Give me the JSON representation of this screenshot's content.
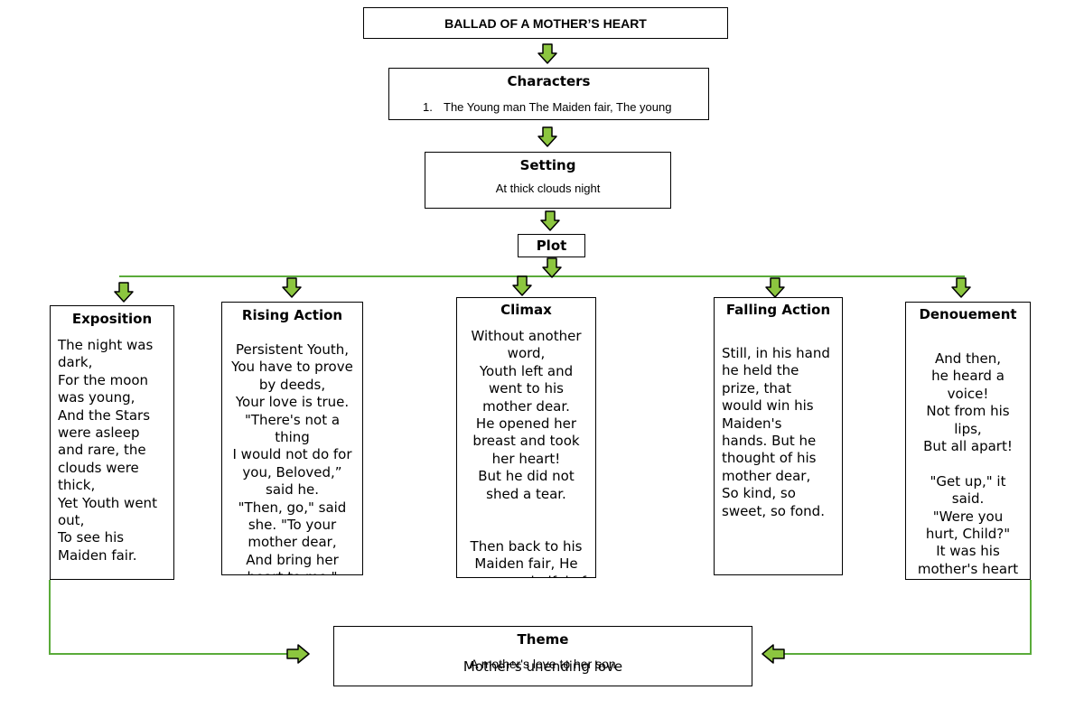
{
  "title": "BALLAD OF A MOTHER’S HEART",
  "characters": {
    "heading": "Characters",
    "item_number": "1.",
    "item_text": "The Young man The Maiden fair, The young"
  },
  "setting": {
    "heading": "Setting",
    "text": "At thick clouds night"
  },
  "plot": {
    "heading": "Plot"
  },
  "exposition": {
    "heading": "Exposition",
    "lines": [
      "The night was",
      "dark,",
      "For the moon",
      "was young,",
      "And the Stars",
      "were asleep",
      "and rare, the",
      "clouds were",
      "thick,",
      "Yet Youth went",
      "out,",
      "To see his",
      "Maiden fair."
    ]
  },
  "rising_action": {
    "heading": "Rising Action",
    "lines": [
      "Persistent Youth,",
      "You have to prove",
      "by deeds,",
      "Your love is true.",
      "\"There's not a",
      "thing",
      "I would not do for",
      "you, Beloved,”",
      "said he.",
      "\"Then, go,\" said",
      "she. \"To your",
      "mother dear,",
      "And bring her",
      "heart to me.\""
    ]
  },
  "climax": {
    "heading": "Climax",
    "lines": [
      "Without another",
      "word,",
      "Youth left and",
      "went to his",
      "mother dear.",
      "He opened her",
      "breast and took",
      "her heart!",
      "But he did not",
      "shed a tear.",
      "",
      "",
      "Then back to his",
      "Maiden fair, He",
      "runs unmindful of"
    ]
  },
  "falling_action": {
    "heading": "Falling Action",
    "lines": [
      "Still, in his hand",
      "he held the",
      "prize, that",
      "would win his",
      "Maiden's",
      "hands. But he",
      "thought of his",
      "mother dear,",
      "So kind, so",
      "sweet, so fond."
    ]
  },
  "denouement": {
    "heading": "Denouement",
    "lines": [
      "And then,",
      "he heard a",
      "voice!",
      "Not from his",
      "lips,",
      "But all apart!",
      "",
      "\"Get up,\" it",
      "said.",
      "\"Were you",
      "hurt, Child?\"",
      "It was his",
      "mother's heart"
    ]
  },
  "theme": {
    "heading": "Theme",
    "line_back": "A mother's love to her son",
    "line_front": "Mother's unending love"
  },
  "colors": {
    "arrow_fill": "#8cc63f",
    "line_green": "#5aab3a"
  }
}
